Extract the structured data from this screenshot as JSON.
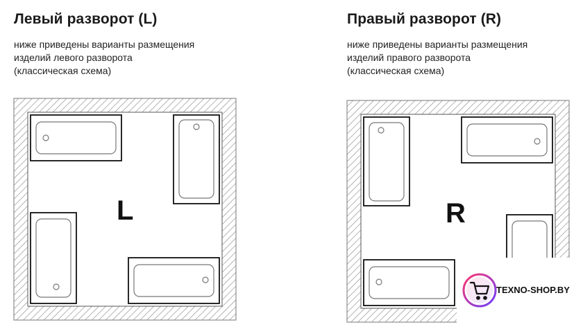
{
  "left": {
    "title": "Левый разворот (L)",
    "description": "ниже приведены варианты размещения\nизделий левого разворота\n(классическая схема)",
    "letter": "L"
  },
  "right": {
    "title": "Правый разворот (R)",
    "description": "ниже приведены варианты размещения\nизделий правого разворота\n(классическая схема)",
    "letter": "R"
  },
  "logo": {
    "text": "TEXNO-SHOP.BY",
    "icon": "shopping-cart-icon"
  },
  "colors": {
    "wall_hatch": "#8c8c8c",
    "outline": "#111111",
    "logo_gradient_start": "#ff3a6e",
    "logo_gradient_end": "#6a3cff"
  }
}
